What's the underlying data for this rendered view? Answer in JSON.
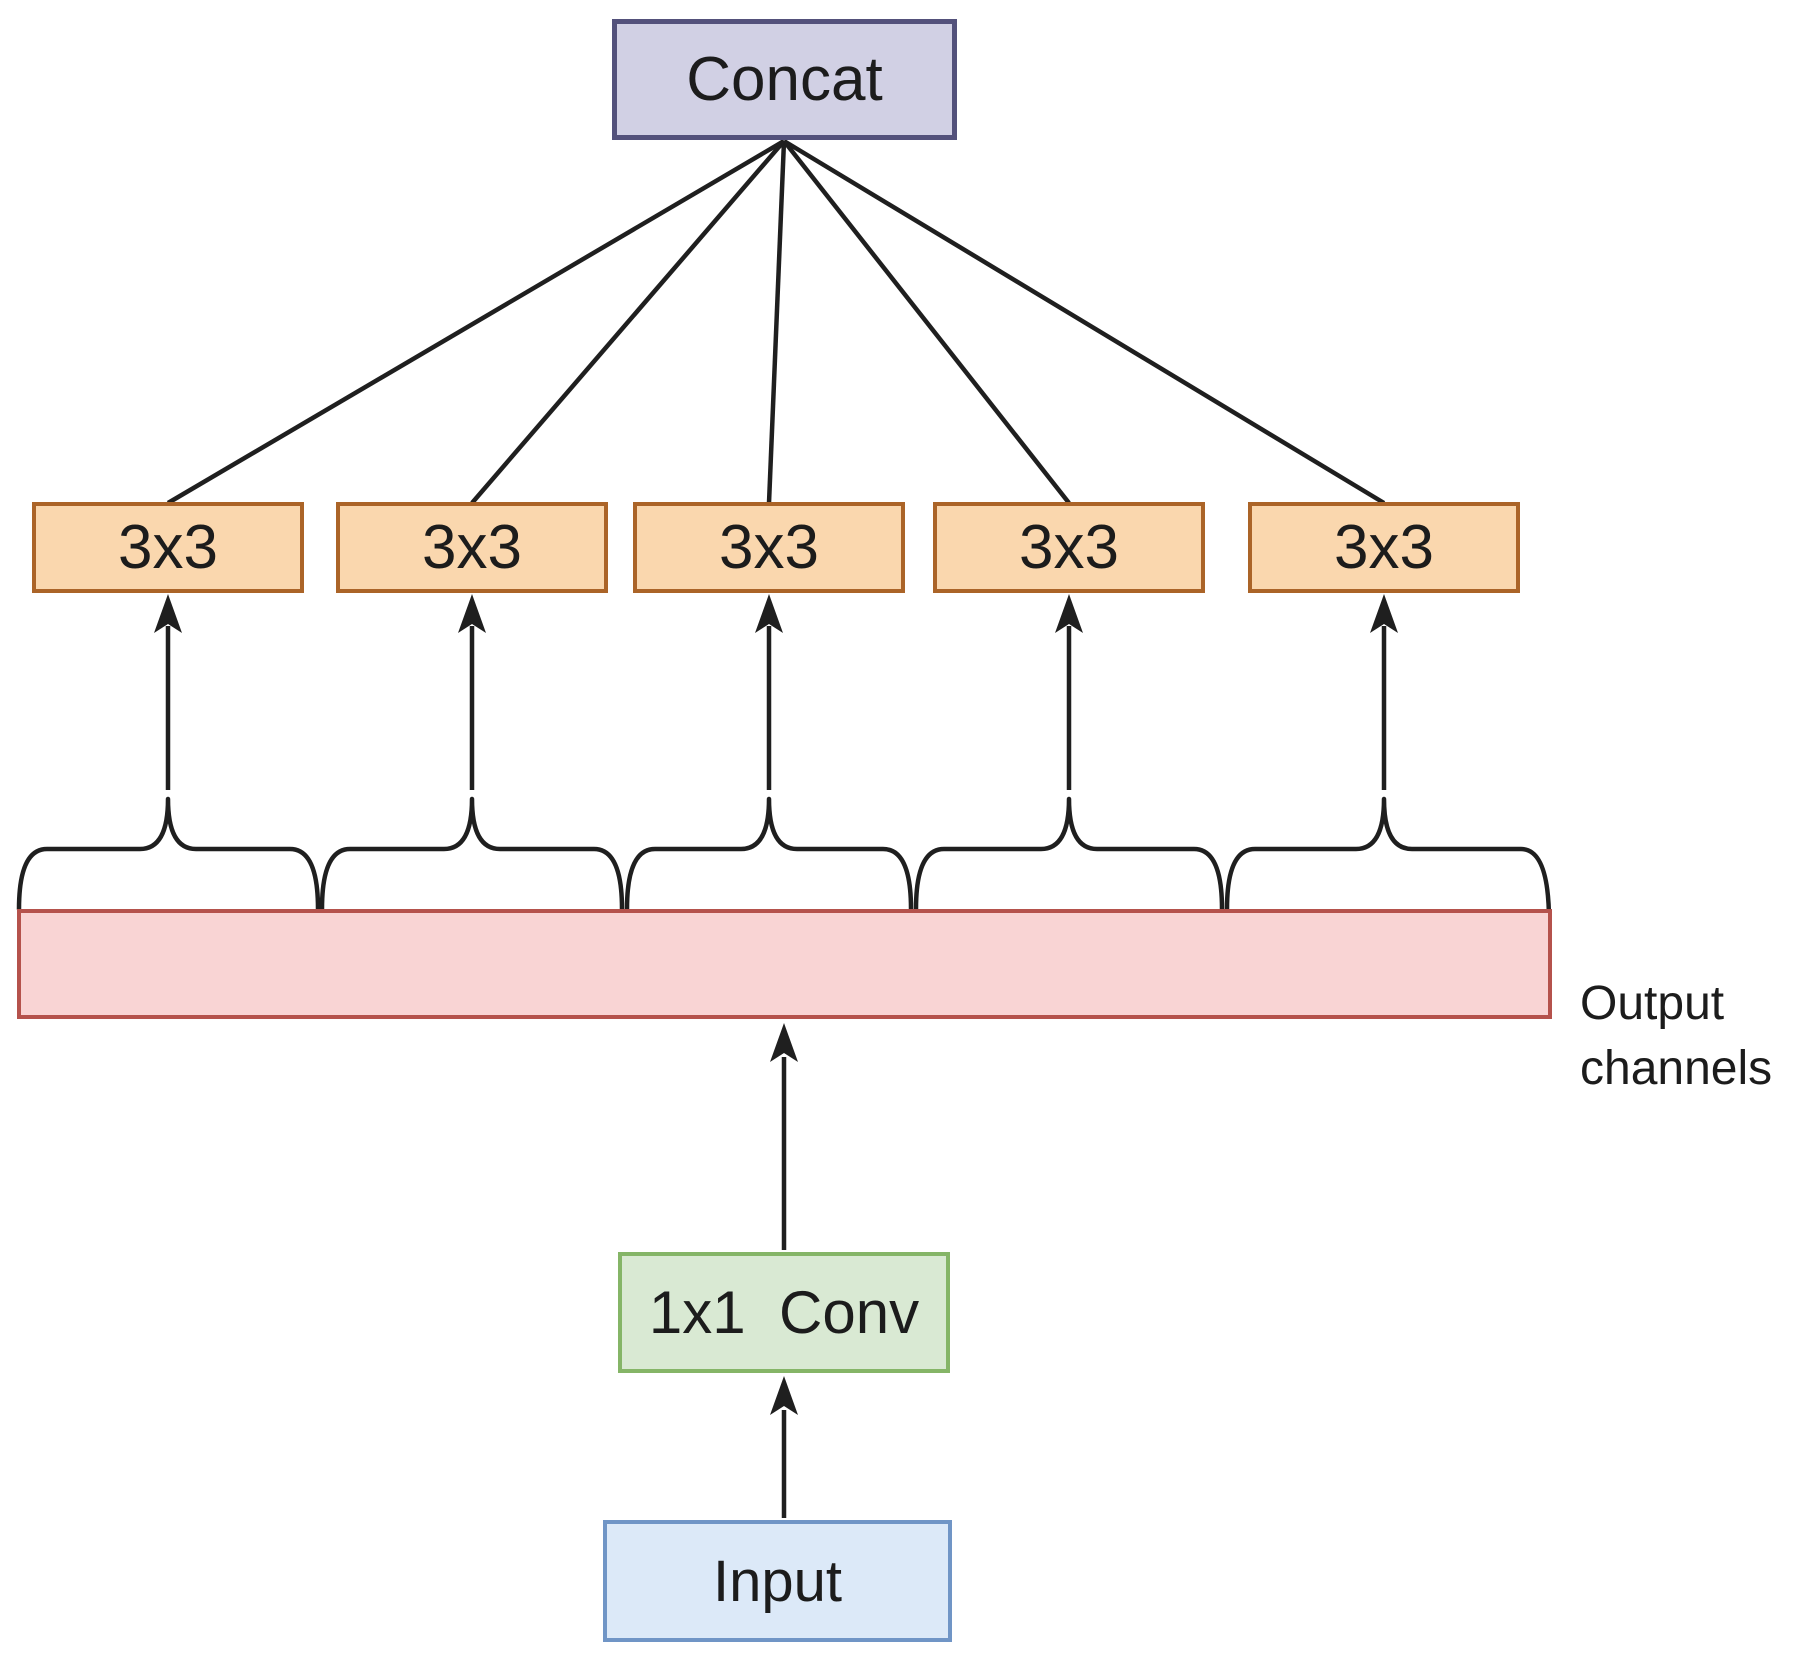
{
  "diagram": {
    "concat_label": "Concat",
    "branches": [
      {
        "label": "3x3"
      },
      {
        "label": "3x3"
      },
      {
        "label": "3x3"
      },
      {
        "label": "3x3"
      },
      {
        "label": "3x3"
      }
    ],
    "output_channels_label": "Output channels",
    "conv_label": "1x1  Conv",
    "input_label": "Input"
  },
  "colors": {
    "concat_fill": "#d1d0e4",
    "concat_border": "#53517b",
    "branch_fill": "#fad7ae",
    "branch_border": "#ab6428",
    "bar_fill": "#f9d4d4",
    "bar_border": "#b5524c",
    "conv_fill": "#d9e9d3",
    "conv_border": "#85b567",
    "input_fill": "#dce9f8",
    "input_border": "#7095c6",
    "line": "#1f1f1f"
  }
}
